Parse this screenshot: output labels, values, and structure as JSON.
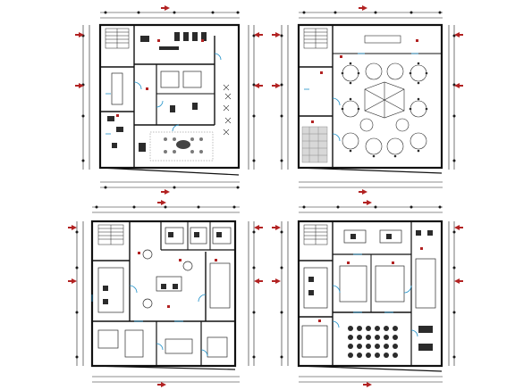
{
  "drawing": {
    "colors": {
      "background": "#ffffff",
      "line": "#1a1a1a",
      "wall": "#111111",
      "furniture": "#2b2b2b",
      "door": "#1e90c8",
      "axis_marker": "#b22222",
      "hatch": "#7a7a7a"
    },
    "sheets": [
      {
        "id": "plan-top-left",
        "icon": "floor-plan-office-ground"
      },
      {
        "id": "plan-top-right",
        "icon": "floor-plan-event-hall"
      },
      {
        "id": "plan-bottom-left",
        "icon": "floor-plan-office-first"
      },
      {
        "id": "plan-bottom-right",
        "icon": "floor-plan-classroom"
      }
    ]
  }
}
